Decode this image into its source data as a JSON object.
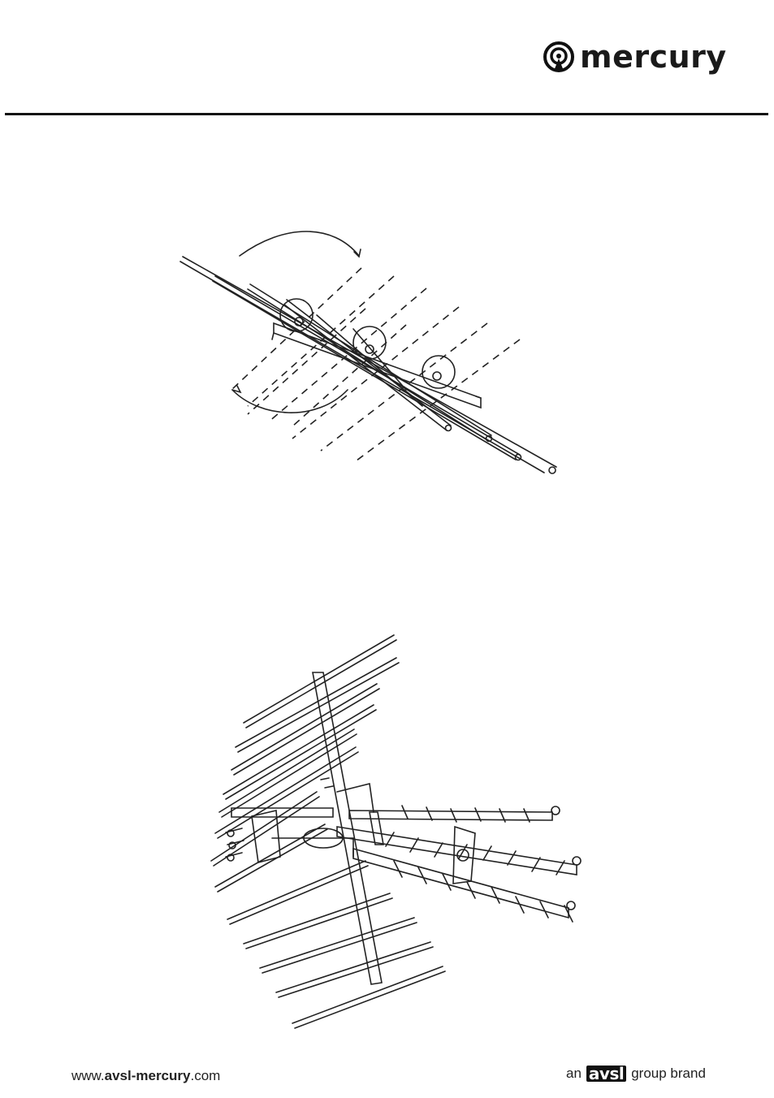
{
  "header": {
    "brand_name": "mercury",
    "logo_icon": "mercury-dish-icon"
  },
  "figures": [
    {
      "id": "figure-1",
      "subject": "element-fold-out-diagram"
    },
    {
      "id": "figure-2",
      "subject": "assembled-antenna-diagram"
    }
  ],
  "footer": {
    "url_prefix": "www.",
    "url_bold": "avsl-mercury",
    "url_suffix": ".com",
    "brand_prefix": "an",
    "brand_logo": "avsl",
    "brand_suffix": "group brand"
  }
}
